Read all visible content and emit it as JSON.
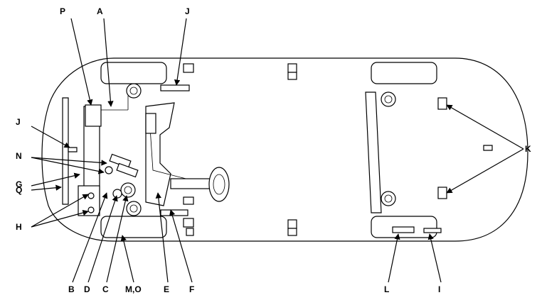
{
  "callouts": {
    "P": "P",
    "A": "A",
    "J_top": "J",
    "J_left": "J",
    "N": "N",
    "G": "G",
    "Q": "Q",
    "H": "H",
    "B": "B",
    "D": "D",
    "C": "C",
    "MO": "M,O",
    "E": "E",
    "F": "F",
    "L": "L",
    "I": "I",
    "K": "K"
  }
}
